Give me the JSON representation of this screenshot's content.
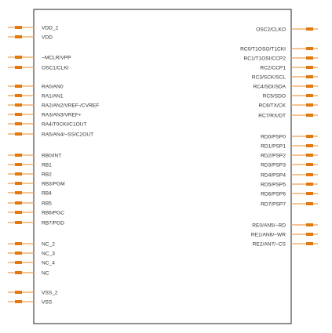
{
  "colors": {
    "body_outline": "#222222",
    "pin_line": "#f0a050",
    "pin_end": "#e07a10",
    "label": "#333333"
  },
  "left_pins": [
    {
      "label": "VDD_2"
    },
    {
      "label": "VDD"
    },
    {
      "label": "~MCLR/VPP"
    },
    {
      "label": "OSC1/CLKI"
    },
    {
      "label": "RA0/AN0"
    },
    {
      "label": "RA1/AN1"
    },
    {
      "label": "RA2/AN2/VREF-/CVREF"
    },
    {
      "label": "RA3/AN3/VREF+"
    },
    {
      "label": "RA4/T0CKI/C1OUT"
    },
    {
      "label": "RA5/AN4/~SS/C2OUT"
    },
    {
      "label": "RB0/INT"
    },
    {
      "label": "RB1"
    },
    {
      "label": "RB2"
    },
    {
      "label": "RB3/PGM"
    },
    {
      "label": "RB4"
    },
    {
      "label": "RB5"
    },
    {
      "label": "RB6/PGC"
    },
    {
      "label": "RB7/PGD"
    },
    {
      "label": "NC_2"
    },
    {
      "label": "NC_3"
    },
    {
      "label": "NC_4"
    },
    {
      "label": "NC"
    },
    {
      "label": "VSS_2"
    },
    {
      "label": "VSS"
    }
  ],
  "right_pins": [
    {
      "label": "OSC2/CLKO"
    },
    {
      "label": "RC0/T1OSO/T1CKI"
    },
    {
      "label": "RC1/T1OSI/CCP2"
    },
    {
      "label": "RC2/CCP1"
    },
    {
      "label": "RC3/SCK/SCL"
    },
    {
      "label": "RC4/SDI/SDA"
    },
    {
      "label": "RC5/SDO"
    },
    {
      "label": "RC6/TX/CK"
    },
    {
      "label": "RC7/RX/DT"
    },
    {
      "label": "RD0/PSP0"
    },
    {
      "label": "RD1/PSP1"
    },
    {
      "label": "RD2/PSP2"
    },
    {
      "label": "RD3/PSP3"
    },
    {
      "label": "RD4/PSP4"
    },
    {
      "label": "RD5/PSP5"
    },
    {
      "label": "RD6/PSP6"
    },
    {
      "label": "RD7/PSP7"
    },
    {
      "label": "RE0/AN5/~RD"
    },
    {
      "label": "RE1/AN6/~WR"
    },
    {
      "label": "RE2/AN7/~CS"
    }
  ]
}
